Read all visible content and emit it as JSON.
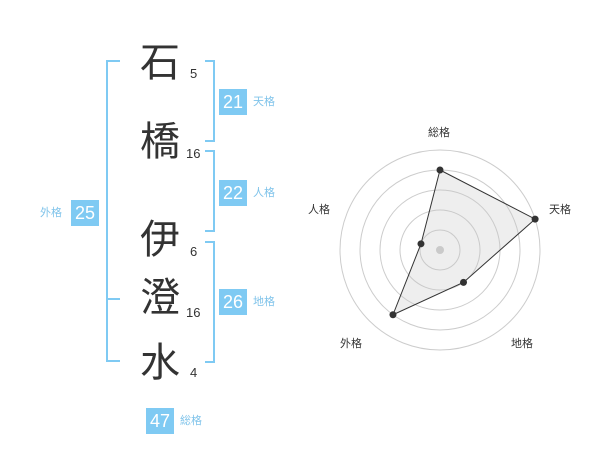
{
  "name_chars": [
    {
      "char": "石",
      "strokes": "5"
    },
    {
      "char": "橋",
      "strokes": "16"
    },
    {
      "char": "伊",
      "strokes": "6"
    },
    {
      "char": "澄",
      "strokes": "16"
    },
    {
      "char": "水",
      "strokes": "4"
    }
  ],
  "fortunes": {
    "tenkaku": {
      "value": "21",
      "label": "天格"
    },
    "jinkaku": {
      "value": "22",
      "label": "人格"
    },
    "chikaku": {
      "value": "26",
      "label": "地格"
    },
    "gaikaku": {
      "value": "25",
      "label": "外格"
    },
    "soukaku": {
      "value": "47",
      "label": "総格"
    }
  },
  "chart_data": {
    "type": "radar",
    "axes": [
      "総格",
      "天格",
      "地格",
      "外格",
      "人格"
    ],
    "values": [
      4,
      5,
      2,
      4,
      1
    ],
    "max": 5,
    "grid": true
  },
  "colors": {
    "accent": "#7fcaf3",
    "text": "#333333"
  }
}
